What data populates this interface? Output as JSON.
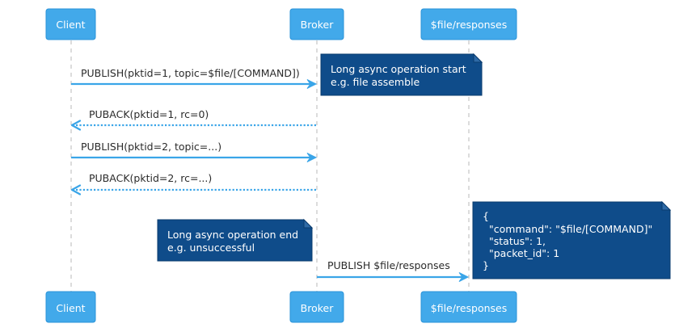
{
  "participants": {
    "client": "Client",
    "broker": "Broker",
    "responses": "$file/responses"
  },
  "messages": {
    "m1": "PUBLISH(pktid=1, topic=$file/[COMMAND])",
    "m2": "PUBACK(pktid=1, rc=0)",
    "m3": "PUBLISH(pktid=2, topic=...)",
    "m4": "PUBACK(pktid=2, rc=...)",
    "m5": "PUBLISH $file/responses"
  },
  "notes": {
    "start": {
      "line1": "Long async operation start",
      "line2": "e.g. file assemble"
    },
    "end": {
      "line1": "Long async operation end",
      "line2": "e.g. unsuccessful"
    },
    "payload": {
      "line1": "{",
      "line2": "\"command\": \"$file/[COMMAND]\"",
      "line3": "\"status\": 1,",
      "line4": "\"packet_id\": 1",
      "line5": "}"
    }
  },
  "colors": {
    "participant_fill": "#42a9ea",
    "arrow": "#3aa5e8",
    "note_fill": "#0f4c8a",
    "lifeline": "#b9b9b9"
  }
}
